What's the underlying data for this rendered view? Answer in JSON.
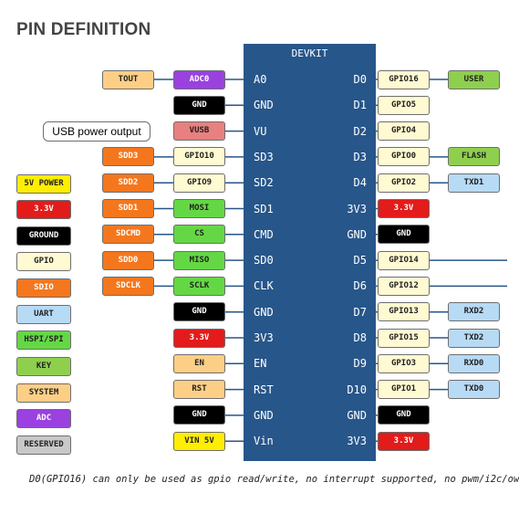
{
  "title": "PIN DEFINITION",
  "board_title": "DEVKIT",
  "note": "D0(GPIO16) can only be used as gpio read/write, no interrupt supported, no pwm/i2c/ow",
  "left_pins": [
    "A0",
    "GND",
    "VU",
    "SD3",
    "SD2",
    "SD1",
    "CMD",
    "SD0",
    "CLK",
    "GND",
    "3V3",
    "EN",
    "RST",
    "GND",
    "Vin"
  ],
  "right_pins": [
    "D0",
    "D1",
    "D2",
    "D3",
    "D4",
    "3V3",
    "GND",
    "D5",
    "D6",
    "D7",
    "D8",
    "D9",
    "D10",
    "GND",
    "3V3"
  ],
  "left_outer": [
    {
      "text": "TOUT",
      "type": "sys"
    },
    null,
    {
      "text": "USB power output",
      "type": "usbout"
    },
    {
      "text": "SDD3",
      "type": "sdio"
    },
    {
      "text": "SDD2",
      "type": "sdio"
    },
    {
      "text": "SDD1",
      "type": "sdio"
    },
    {
      "text": "SDCMD",
      "type": "sdio"
    },
    {
      "text": "SDD0",
      "type": "sdio"
    },
    {
      "text": "SDCLK",
      "type": "sdio"
    },
    null,
    null,
    null,
    null,
    null,
    null
  ],
  "left_inner": [
    {
      "text": "ADC0",
      "type": "adc"
    },
    {
      "text": "GND",
      "type": "gnd"
    },
    {
      "text": "VUSB",
      "type": "vusb"
    },
    {
      "text": "GPIO10",
      "type": "gpio"
    },
    {
      "text": "GPIO9",
      "type": "gpio"
    },
    {
      "text": "MOSI",
      "type": "hspi"
    },
    {
      "text": "CS",
      "type": "hspi"
    },
    {
      "text": "MISO",
      "type": "hspi"
    },
    {
      "text": "SCLK",
      "type": "hspi"
    },
    {
      "text": "GND",
      "type": "gnd"
    },
    {
      "text": "3.3V",
      "type": "v33"
    },
    {
      "text": "EN",
      "type": "sys"
    },
    {
      "text": "RST",
      "type": "sys"
    },
    {
      "text": "GND",
      "type": "gnd"
    },
    {
      "text": "VIN 5V",
      "type": "5v"
    }
  ],
  "right_inner": [
    {
      "text": "GPIO16",
      "type": "gpio"
    },
    {
      "text": "GPIO5",
      "type": "gpio"
    },
    {
      "text": "GPIO4",
      "type": "gpio"
    },
    {
      "text": "GPIO0",
      "type": "gpio"
    },
    {
      "text": "GPIO2",
      "type": "gpio"
    },
    {
      "text": "3.3V",
      "type": "v33"
    },
    {
      "text": "GND",
      "type": "gnd"
    },
    {
      "text": "GPIO14",
      "type": "gpio"
    },
    {
      "text": "GPIO12",
      "type": "gpio"
    },
    {
      "text": "GPIO13",
      "type": "gpio"
    },
    {
      "text": "GPIO15",
      "type": "gpio"
    },
    {
      "text": "GPIO3",
      "type": "gpio"
    },
    {
      "text": "GPIO1",
      "type": "gpio"
    },
    {
      "text": "GND",
      "type": "gnd"
    },
    {
      "text": "3.3V",
      "type": "v33"
    }
  ],
  "right_outer": [
    {
      "text": "USER",
      "type": "key"
    },
    null,
    null,
    {
      "text": "FLASH",
      "type": "key"
    },
    {
      "text": "TXD1",
      "type": "uart"
    },
    null,
    null,
    null,
    null,
    {
      "text": "RXD2",
      "type": "uart"
    },
    {
      "text": "TXD2",
      "type": "uart"
    },
    {
      "text": "RXD0",
      "type": "uart"
    },
    {
      "text": "TXD0",
      "type": "uart"
    },
    null,
    null
  ],
  "legend": [
    {
      "text": "5V POWER",
      "type": "5v"
    },
    {
      "text": "3.3V",
      "type": "v33"
    },
    {
      "text": "GROUND",
      "type": "gnd"
    },
    {
      "text": "GPIO",
      "type": "gpio"
    },
    {
      "text": "SDIO",
      "type": "sdio"
    },
    {
      "text": "UART",
      "type": "uart"
    },
    {
      "text": "HSPI/SPI",
      "type": "hspi"
    },
    {
      "text": "KEY",
      "type": "key"
    },
    {
      "text": "SYSTEM",
      "type": "sys"
    },
    {
      "text": "ADC",
      "type": "adc"
    },
    {
      "text": "RESERVED",
      "type": "res"
    }
  ],
  "colors": {
    "board": "#27568a",
    "adc": "#9a41e0",
    "gnd": "#000000",
    "v33": "#e31b1b",
    "gpio": "#fffad2",
    "key": "#8fcf4e",
    "uart": "#b7daf5",
    "sdio": "#f4771e",
    "sys": "#fdcf86",
    "5v": "#ffee00",
    "hspi": "#64d844",
    "res": "#c8c8c8",
    "vusb": "#e88080",
    "line": "#27568a"
  }
}
